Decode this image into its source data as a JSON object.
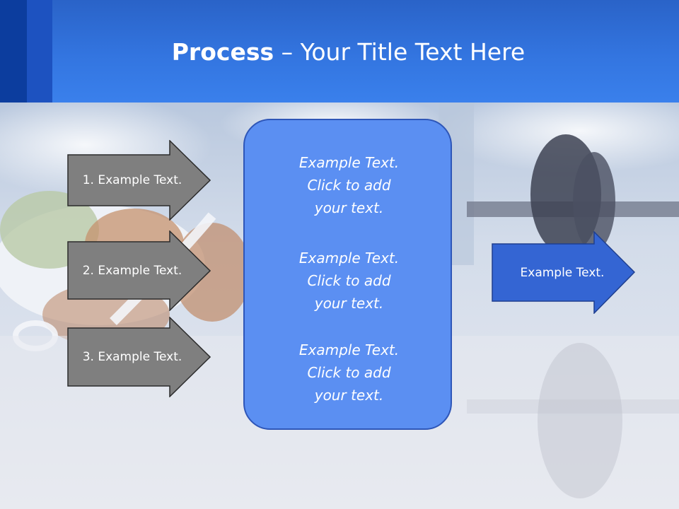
{
  "title": {
    "bold": "Process",
    "rest": " – Your Title Text Here"
  },
  "left_steps": [
    {
      "label": "1. Example Text."
    },
    {
      "label": "2. Example Text."
    },
    {
      "label": "3. Example Text."
    }
  ],
  "center_box": {
    "blocks": [
      {
        "line1": "Example Text.",
        "line2": "Click  to add",
        "line3": "your text."
      },
      {
        "line1": "Example Text.",
        "line2": "Click  to add",
        "line3": "your text."
      },
      {
        "line1": "Example Text.",
        "line2": "Click  to add",
        "line3": "your text."
      }
    ]
  },
  "right_arrow": {
    "label": "Example Text."
  },
  "colors": {
    "title_bar": "#3375e0",
    "left_arrow_fill": "#7f7f7f",
    "center_box_fill": "#5b8ff2",
    "right_arrow_fill": "#3465d3"
  }
}
